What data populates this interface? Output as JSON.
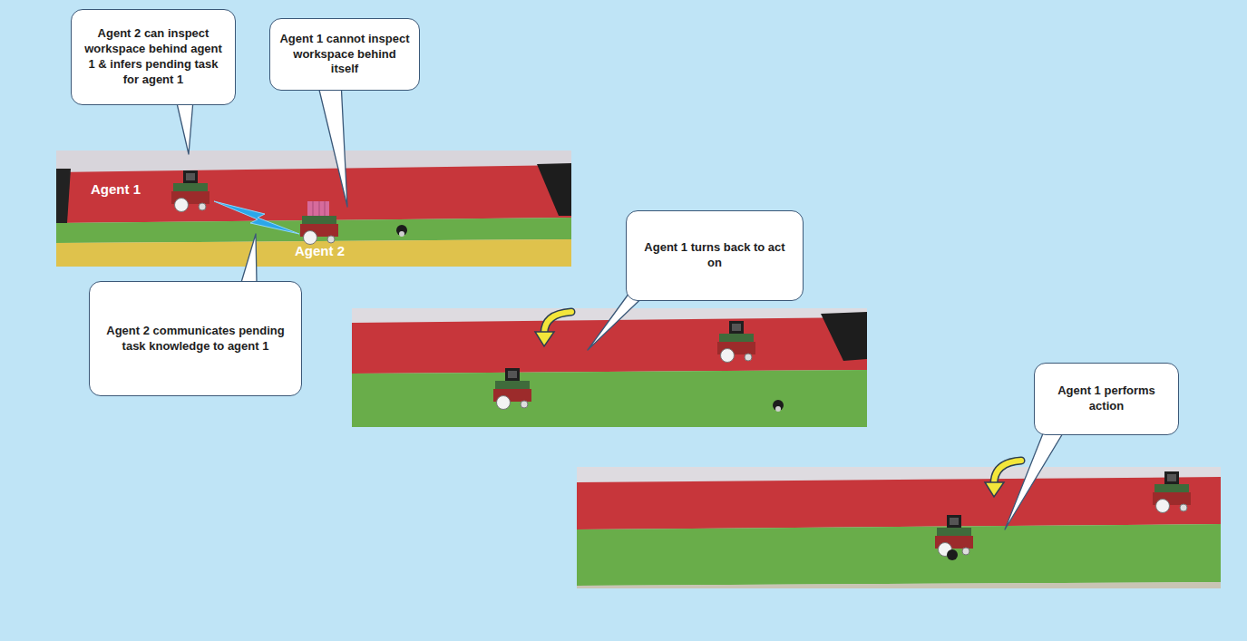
{
  "diagram": {
    "nodes": [
      {
        "text": [
          "Agent 2 can inspect workspace behind agent 1 & infers pending task for agent 1"
        ]
      },
      {
        "text": [
          "Agent 1 cannot inspect workspace behind itself"
        ]
      },
      {
        "text": [
          "Agent 2 communicates pending task knowledge to agent 1"
        ]
      },
      {
        "text": [
          "Agent 1 turns back to act on"
        ]
      },
      {
        "text": [
          "Agent 1 performs action"
        ]
      }
    ],
    "labels": [
      "Agent 1",
      "Agent 2"
    ]
  }
}
